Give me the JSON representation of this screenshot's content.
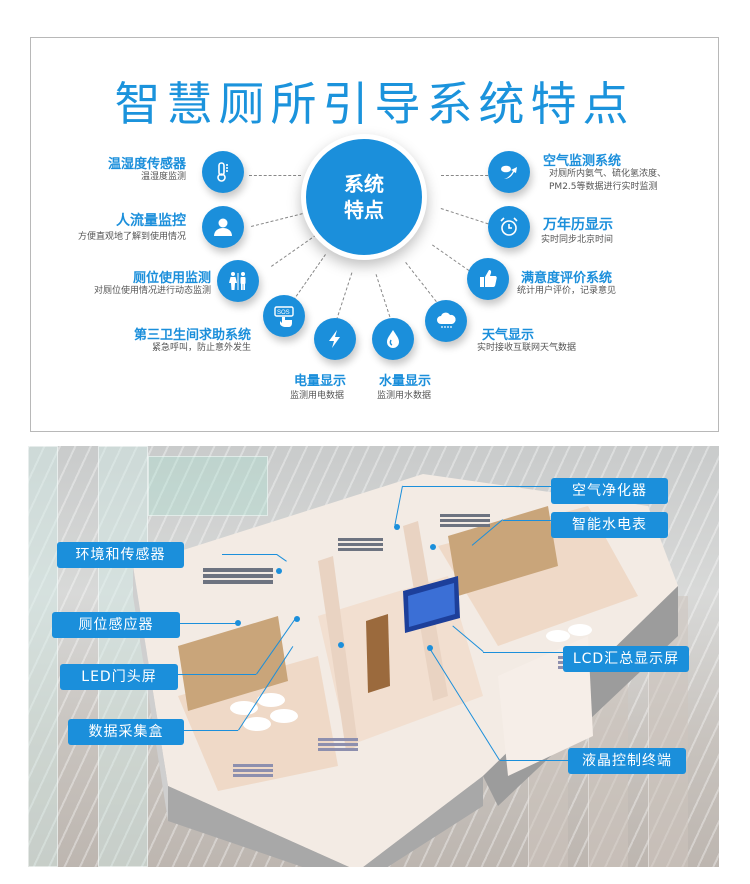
{
  "top_panel": {
    "title": "智慧厕所引导系统特点",
    "center": {
      "line1": "系统",
      "line2": "特点"
    },
    "features": [
      {
        "id": "temp-humidity",
        "icon": "thermometer-icon",
        "title": "温湿度传感器",
        "desc": [
          "温湿度监测"
        ]
      },
      {
        "id": "people-flow",
        "icon": "person-icon",
        "title": "人流量监控",
        "desc": [
          "方便直观地了解到使用情况"
        ]
      },
      {
        "id": "stall-usage",
        "icon": "restroom-icon",
        "title": "厕位使用监测",
        "desc": [
          "对厕位使用情况进行动态监测"
        ]
      },
      {
        "id": "help-system",
        "icon": "sos-hand-icon",
        "title": "第三卫生间求助系统",
        "desc": [
          "紧急呼叫，防止意外发生"
        ]
      },
      {
        "id": "power",
        "icon": "lightning-icon",
        "title": "电量显示",
        "desc": [
          "监测用电数据"
        ]
      },
      {
        "id": "water",
        "icon": "water-drop-icon",
        "title": "水量显示",
        "desc": [
          "监测用水数据"
        ]
      },
      {
        "id": "weather",
        "icon": "cloud-rain-icon",
        "title": "天气显示",
        "desc": [
          "实时接收互联网天气数据"
        ]
      },
      {
        "id": "satisfaction",
        "icon": "thumbs-up-icon",
        "title": "满意度评价系统",
        "desc": [
          "统计用户评价，记录意见"
        ]
      },
      {
        "id": "calendar",
        "icon": "alarm-clock-icon",
        "title": "万年历显示",
        "desc": [
          "实时同步北京时间"
        ]
      },
      {
        "id": "air",
        "icon": "air-icon",
        "title": "空气监测系统",
        "desc": [
          "对厕所内氨气、硫化氢浓度、",
          "PM2.5等数据进行实时监测"
        ]
      }
    ]
  },
  "bottom_panel": {
    "labels_left": [
      {
        "id": "env-sensor",
        "text": "环境和传感器"
      },
      {
        "id": "stall-sensor",
        "text": "厕位感应器"
      },
      {
        "id": "led-door",
        "text": "LED门头屏"
      },
      {
        "id": "data-box",
        "text": "数据采集盒"
      }
    ],
    "labels_right": [
      {
        "id": "air-purifier",
        "text": "空气净化器"
      },
      {
        "id": "smart-meter",
        "text": "智能水电表"
      },
      {
        "id": "lcd-screen",
        "text": "LCD汇总显示屏"
      },
      {
        "id": "lcd-terminal",
        "text": "液晶控制终端"
      }
    ],
    "accent_color": "#1b8fdb"
  }
}
